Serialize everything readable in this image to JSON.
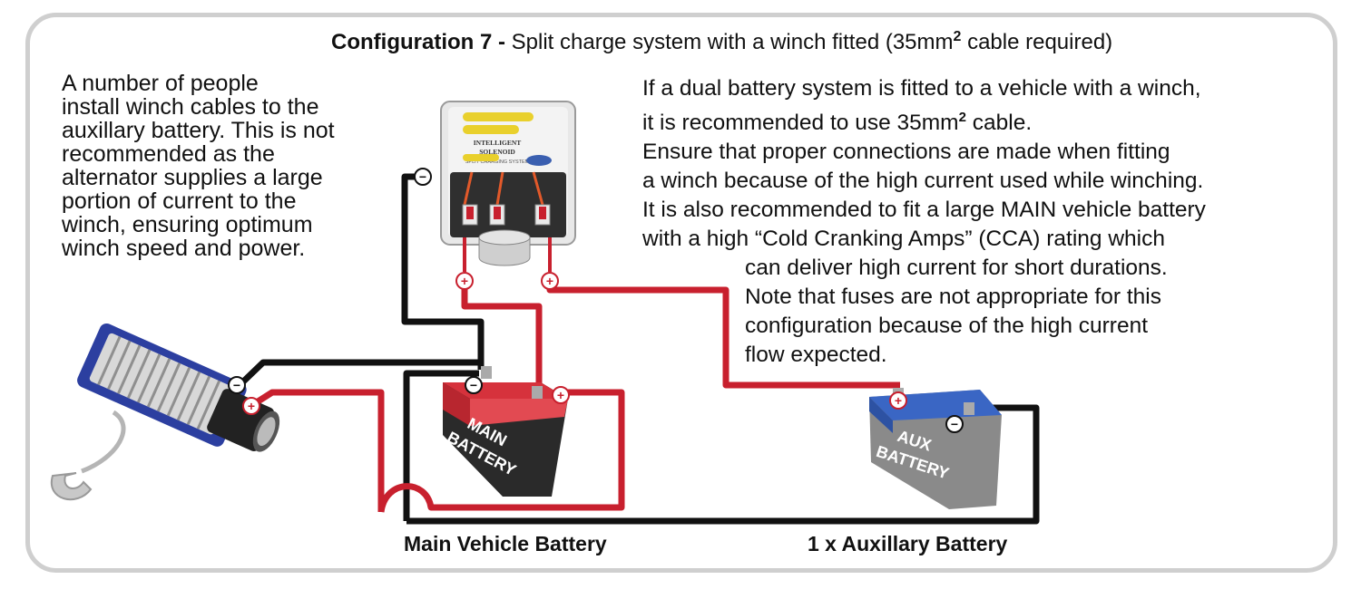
{
  "title": {
    "bold": "Configuration 7 -",
    "text": "Split charge system with a winch fitted (35mm",
    "sup": "2",
    "tail": "cable required)"
  },
  "left_note": [
    "A number of people",
    "install winch cables to the",
    "auxillary battery. This is not",
    "recommended as the",
    "alternator supplies a large",
    "portion of current to the",
    "winch, ensuring optimum",
    "winch speed and power."
  ],
  "right_note": {
    "line1": "If a dual battery system is fitted to a vehicle with a winch,",
    "line2_pre": "it is recommended to use 35mm",
    "line2_sup": "2",
    "line2_post": " cable.",
    "line3": "Ensure that proper connections are made when fitting",
    "line4": "a winch because of the high current used while winching.",
    "line5": "It is also recommended to fit a large MAIN vehicle battery",
    "line6": "with a high “Cold Cranking Amps” (CCA) rating which",
    "line7": "can deliver high current for short durations.",
    "line8": "Note that fuses are not appropriate for this",
    "line9": "configuration because of the high current",
    "line10": "flow expected."
  },
  "captions": {
    "main": "Main Vehicle Battery",
    "aux": "1 x Auxillary Battery"
  },
  "main_battery_label": [
    "MAIN",
    "BATTERY"
  ],
  "aux_battery_label": [
    "AUX",
    "BATTERY"
  ],
  "solenoid": {
    "label1": "INTELLIGENT",
    "label2": "SOLENOID",
    "label3": "SPLIT CHARGING SYSTEM"
  },
  "terminals": {
    "pos": "+",
    "neg": "−"
  },
  "colors": {
    "red_cable": "#c8202e",
    "black_cable": "#111111",
    "battery_red": "#d6323c",
    "battery_blue": "#3a66c4",
    "battery_body": "#2a2a2a",
    "aux_body": "#8a8a8a",
    "winch_blue": "#2c3fa0",
    "frame": "#cfcfcf"
  }
}
